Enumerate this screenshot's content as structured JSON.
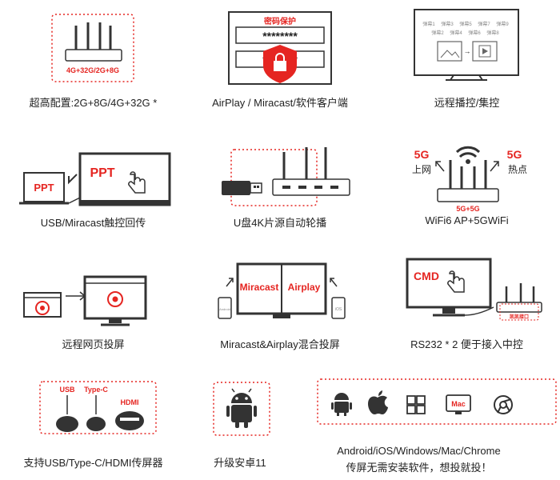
{
  "colors": {
    "accent": "#e52521",
    "dark": "#333333",
    "gray": "#999999"
  },
  "features": [
    {
      "caption": "超高配置:2G+8G/4G+32G *",
      "label": "4G+32G/2G+8G"
    },
    {
      "caption": "AirPlay / Miracast/软件客户端",
      "label": "密码保护",
      "password": "********"
    },
    {
      "caption": "远程播控/集控",
      "channels": [
        "弹幕1",
        "弹幕3",
        "弹幕5",
        "弹幕7",
        "弹幕9",
        "弹幕2",
        "弹幕4",
        "弹幕6",
        "弹幕8"
      ]
    },
    {
      "caption": "USB/Miracast触控回传",
      "small_label": "PPT",
      "big_label": "PPT"
    },
    {
      "caption": "U盘4K片源自动轮播"
    },
    {
      "caption": "WiFi6 AP+5GWiFi",
      "left_band": "5G",
      "left_label": "上网",
      "right_band": "5G",
      "right_label": "热点",
      "router_label": "5G+5G"
    },
    {
      "caption": "远程网页投屏"
    },
    {
      "caption": "Miracast&Airplay混合投屏",
      "left_label": "Miracast",
      "right_label": "Airplay",
      "phone_left": "Android",
      "phone_right": "iOS"
    },
    {
      "caption": "RS232 * 2 便于接入中控",
      "screen_label": "CMD",
      "port_label": "凯凯接口"
    },
    {
      "caption": "支持USB/Type-C/HDMI传屏器",
      "labels": [
        "USB",
        "Type-C",
        "HDMI"
      ]
    },
    {
      "caption": "升级安卓11"
    },
    {
      "caption_line1": "Android/iOS/Windows/Mac/Chrome",
      "caption_line2": "传屏无需安装软件，想投就投！",
      "mac_label": "Mac"
    }
  ]
}
